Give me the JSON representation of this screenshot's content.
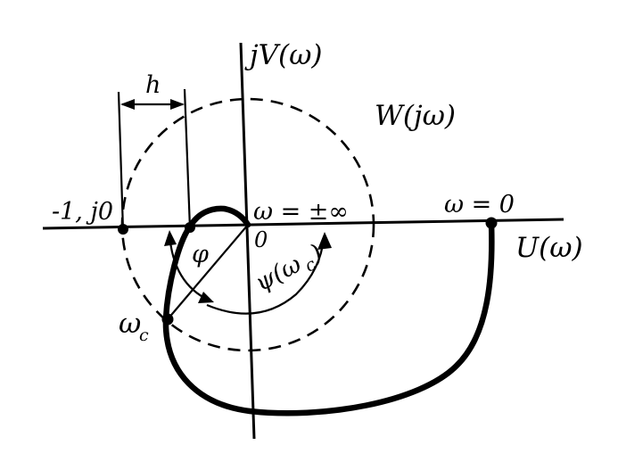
{
  "labels": {
    "imag_axis": "jV(ω)",
    "real_axis": "U(ω)",
    "transfer": "W(jω)",
    "h": "h",
    "critical_point": "-1, j0",
    "omega_inf": "ω = ±∞",
    "origin": "0",
    "omega_zero": "ω = 0",
    "phi": "φ",
    "psi": "ψ(ω",
    "psi_sub": "c",
    "psi_close": ")",
    "omega_c": "ω",
    "omega_c_sub": "c"
  }
}
